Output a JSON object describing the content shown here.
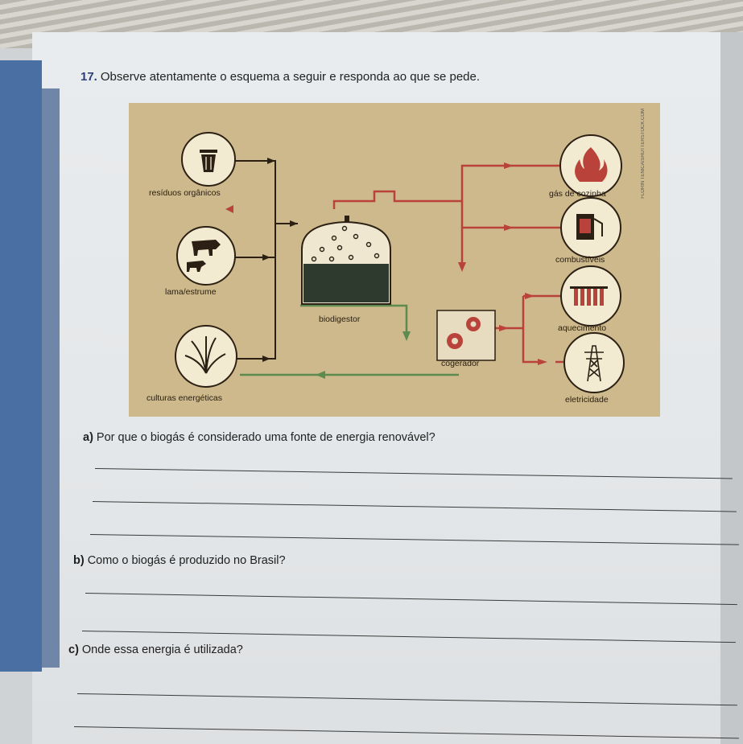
{
  "heading": {
    "number": "17.",
    "text": "Observe atentamente o esquema a seguir e responda ao que se pede."
  },
  "figure": {
    "credit": "FLORIN TENICA/SHUTTERSTOCK.COM",
    "labels": {
      "residuos": "resíduos orgânicos",
      "lama": "lama/estrume",
      "culturas": "culturas energéticas",
      "biodigestor": "biodigestor",
      "cogerador": "cogerador",
      "gas": "gás de cozinha",
      "combustiveis": "combustíveis",
      "aquecimento": "aquecimento",
      "eletricidade": "eletricidade"
    },
    "icons": [
      "trash-icon",
      "cattle-icon",
      "plant-icon",
      "fire-icon",
      "fuel-pump-icon",
      "radiator-icon",
      "power-tower-icon",
      "gears-icon"
    ],
    "colors": {
      "background": "#cdb98b",
      "flow_red": "#b9433b",
      "flow_green": "#5d8a4f",
      "flow_dark": "#2b2013"
    }
  },
  "questions": [
    {
      "letter": "a)",
      "text": "Por que o biogás é considerado uma fonte de energia renovável?"
    },
    {
      "letter": "b)",
      "text": "Como o biogás é produzido no Brasil?"
    },
    {
      "letter": "c)",
      "text": "Onde essa energia é utilizada?"
    }
  ]
}
